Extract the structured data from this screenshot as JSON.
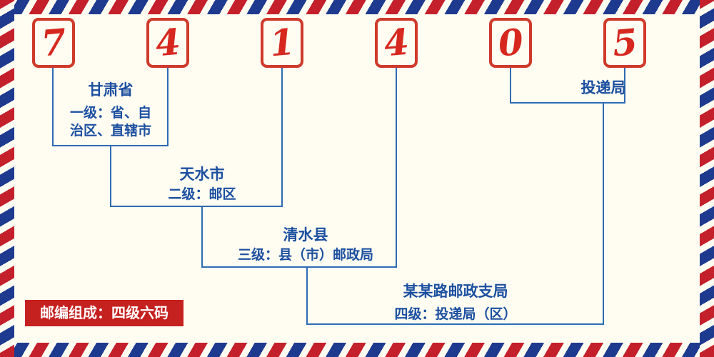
{
  "postal_code": {
    "digits": [
      "7",
      "4",
      "1",
      "4",
      "0",
      "5"
    ]
  },
  "levels": {
    "level1": {
      "title": "甘肃省",
      "desc_line1": "一级：省、自",
      "desc_line2": "治区、直辖市"
    },
    "level2": {
      "title": "天水市",
      "desc": "二级：邮区"
    },
    "level3": {
      "title": "清水县",
      "desc": "三级：县（市）邮政局"
    },
    "level4": {
      "title": "某某路邮政支局",
      "desc": "四级：投递局（区）"
    },
    "delivery": {
      "title": "投递局"
    }
  },
  "badge": {
    "text": "邮编组成：四级六码"
  },
  "colors": {
    "digit_red": "#d6281e",
    "box_border_red": "#cf3a2b",
    "line_blue": "#2e6cb3",
    "text_blue": "#1b4fa0",
    "stripe_red": "#c4202b",
    "stripe_blue": "#1e3a8f",
    "badge_red": "#c5211f",
    "background": "#fffcf2"
  }
}
